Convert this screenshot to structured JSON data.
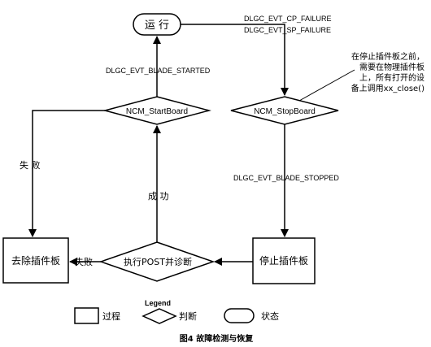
{
  "nodes": {
    "running": "运 行",
    "start_board": "NCM_StartBoard",
    "stop_board": "NCM_StopBoard",
    "remove_board": "去除插件板",
    "post_diag": "执行POST并诊断",
    "stop_plugin": "停止插件板"
  },
  "edges": {
    "blade_started": "DLGC_EVT_BLADE_STARTED",
    "cp_failure": "DLGC_EVT_CP_FAILURE",
    "sp_failure": "DLGC_EVT_SP_FAILURE",
    "blade_stopped": "DLGC_EVT_BLADE_STOPPED",
    "fail_left": "失 败",
    "success": "成 功",
    "fail_bottom": "失败"
  },
  "note": {
    "lines": [
      "在停止插件板之前，",
      "需要在物理插件板",
      "上，所有打开的设",
      "备上调用xx_close()"
    ]
  },
  "legend": {
    "title": "Legend",
    "process": "过程",
    "decision": "判断",
    "state": "状态"
  },
  "caption": "图4  故障检测与恢复"
}
